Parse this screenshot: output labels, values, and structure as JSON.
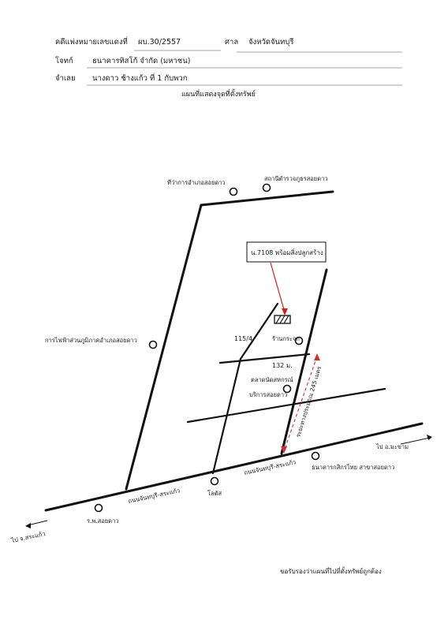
{
  "header": {
    "case_label": "คดีแพ่งหมายเลขแดงที่",
    "case_value": "ผบ.30/2557",
    "court_label": "ศาล",
    "court_value": "จังหวัดจันทบุรี",
    "plaintiff_label": "โจทก์",
    "plaintiff_value": "ธนาคารทิสโก้ จำกัด (มหาชน)",
    "defendant_label": "จำเลย",
    "defendant_value": "นางดาว ช้างแก้ว ที่ 1 กับพวก",
    "map_title": "แผนที่แสดงจุดที่ตั้งทรัพย์"
  },
  "map": {
    "property_box": "น.7108 พร้อมสิ่งปลูกสร้าง",
    "house_number": "115/4",
    "distance_small": "132 ม.",
    "distance_main": "ระยะทางประมาณ 245 เมตร",
    "places": {
      "district_office": "ที่ว่าการอำเภอสอยดาว",
      "police_station": "สถานีตำรวจภูธรสอยดาว",
      "electricity": "การไฟฟ้าส่วนภูมิภาคอำเภอสอยดาว",
      "glass_shop": "ร้านกระจก",
      "coop_market_line1": "ตลาดนัดสหกรณ์",
      "coop_market_line2": "บริการสอยดาว",
      "road_main_1": "ถนนจันทบุรี-สระแก้ว",
      "road_main_2": "ถนนจันทบุรี-สระแก้ว",
      "lotus": "โลตัส",
      "hospital": "ร.พ.สอยดาว",
      "kasikorn": "ธนาคารกสิกรไทย สาขาสอยดาว",
      "to_makham": "ไป อ.มะขาม",
      "to_sakaeo": "ไป จ.สระแก้ว"
    },
    "footer_note": "ขอรับรองว่าแผนที่ไปที่ตั้งทรัพย์ถูกต้อง"
  },
  "colors": {
    "ink": "#111111",
    "arrow_red": "#cc2222",
    "dashed_red": "#d03030"
  }
}
